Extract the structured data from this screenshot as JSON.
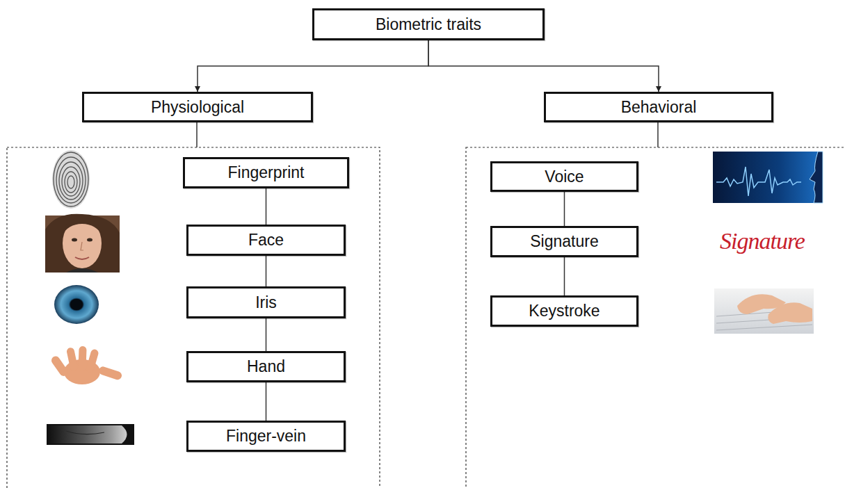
{
  "diagram": {
    "nodes": [
      {
        "text": [
          "Biometric traits"
        ]
      },
      {
        "text": [
          "Physiological"
        ]
      },
      {
        "text": [
          "Behavioral"
        ]
      },
      {
        "text": [
          "Fingerprint"
        ]
      },
      {
        "text": [
          "Face"
        ]
      },
      {
        "text": [
          "Iris"
        ]
      },
      {
        "text": [
          "Hand"
        ]
      },
      {
        "text": [
          "Finger-vein"
        ]
      },
      {
        "text": [
          "Voice"
        ]
      },
      {
        "text": [
          "Signature"
        ]
      },
      {
        "text": [
          "Keystroke"
        ]
      }
    ],
    "edges": [
      {
        "from": 0,
        "to": 1,
        "arrow": "to"
      },
      {
        "from": 0,
        "to": 2,
        "arrow": "to"
      },
      {
        "from": 3,
        "to": 4,
        "arrow": "none"
      },
      {
        "from": 4,
        "to": 5,
        "arrow": "none"
      },
      {
        "from": 5,
        "to": 6,
        "arrow": "none"
      },
      {
        "from": 6,
        "to": 7,
        "arrow": "none"
      },
      {
        "from": 8,
        "to": 9,
        "arrow": "none"
      },
      {
        "from": 9,
        "to": 10,
        "arrow": "none"
      }
    ],
    "labels": [
      "Signature"
    ]
  }
}
